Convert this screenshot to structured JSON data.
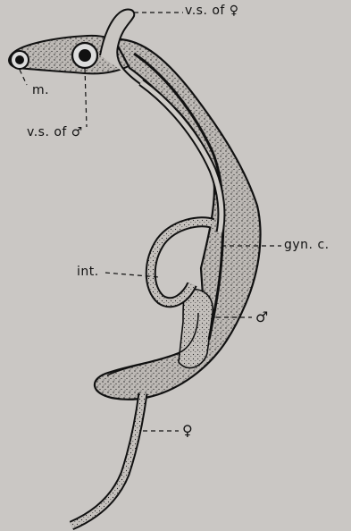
{
  "labels": {
    "vs_female": "v.s. of ♀",
    "mouth": "m.",
    "vs_male": "v.s. of ♂",
    "gyn_canal": "gyn. c.",
    "intestine": "int.",
    "male": "♂",
    "female": "♀"
  },
  "colors": {
    "background": "#cac7c4",
    "ink": "#111111",
    "body_fill": "#b9b6b2"
  },
  "icons": [
    "male-symbol-icon",
    "female-symbol-icon"
  ]
}
